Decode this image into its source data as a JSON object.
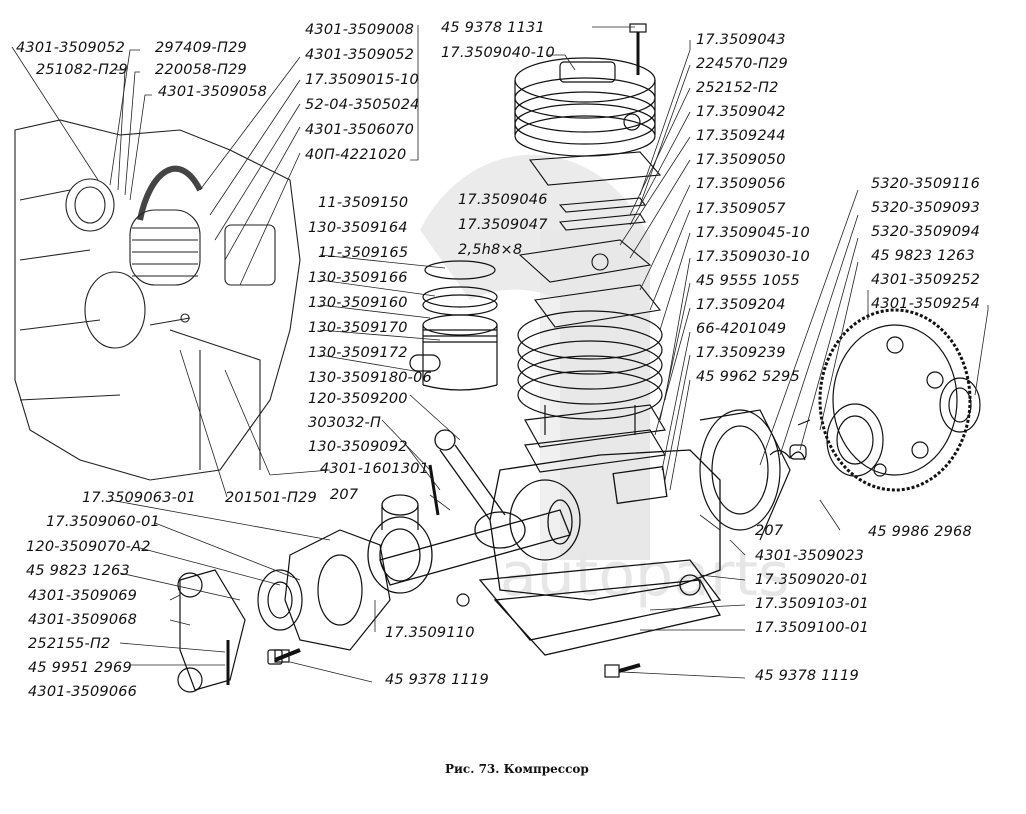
{
  "figure": {
    "caption": "Рис. 73. Компрессор",
    "watermark_text": "autoparts",
    "line_color": "#111111",
    "watermark_color": "#e3e3e3"
  },
  "callouts": {
    "top_left": [
      "4301-3509052",
      "251082-П29",
      "297409-П29",
      "220058-П29",
      "4301-3509058"
    ],
    "upper_center_group": [
      "4301-3509008",
      "4301-3509052",
      "17.3509015-10",
      "52-04-3505024",
      "4301-3506070",
      "40П-4221020"
    ],
    "cylinder_head": [
      "45 9378 1131",
      "17.3509040-10"
    ],
    "valve_plate_group": [
      "17.3509046",
      "17.3509047",
      "2,5h8×8"
    ],
    "right_column": [
      "17.3509043",
      "224570-П29",
      "252152-П2",
      "17.3509042",
      "17.3509244",
      "17.3509050",
      "17.3509056",
      "17.3509057",
      "17.3509045-10",
      "17.3509030-10",
      "45 9555 1055",
      "17.3509204",
      "66-4201049",
      "17.3509239",
      "45 9962 5295"
    ],
    "gear_group": [
      "5320-3509116",
      "5320-3509093",
      "5320-3509094",
      "45 9823 1263",
      "4301-3509252",
      "4301-3509254"
    ],
    "piston_group": [
      "11-3509150",
      "130-3509164",
      "11-3509165",
      "130-3509166",
      "130-3509160",
      "130-3509170",
      "130-3509172",
      "130-3509180-06",
      "120-3509200",
      "303032-П",
      "130-3509092"
    ],
    "engine_misc": [
      "4301-1601301",
      "201501-П29",
      "207"
    ],
    "lower_left": [
      "17.3509063-01",
      "17.3509060-01",
      "120-3509070-А2",
      "45 9823 1263",
      "4301-3509069",
      "4301-3509068",
      "252155-П2",
      "45 9951 2969",
      "4301-3509066"
    ],
    "lower_center": [
      "17.3509110",
      "45 9378 1119"
    ],
    "lower_right": [
      "207",
      "4301-3509023",
      "17.3509020-01",
      "17.3509103-01",
      "17.3509100-01",
      "45 9378 1119",
      "45 9986 2968"
    ]
  }
}
